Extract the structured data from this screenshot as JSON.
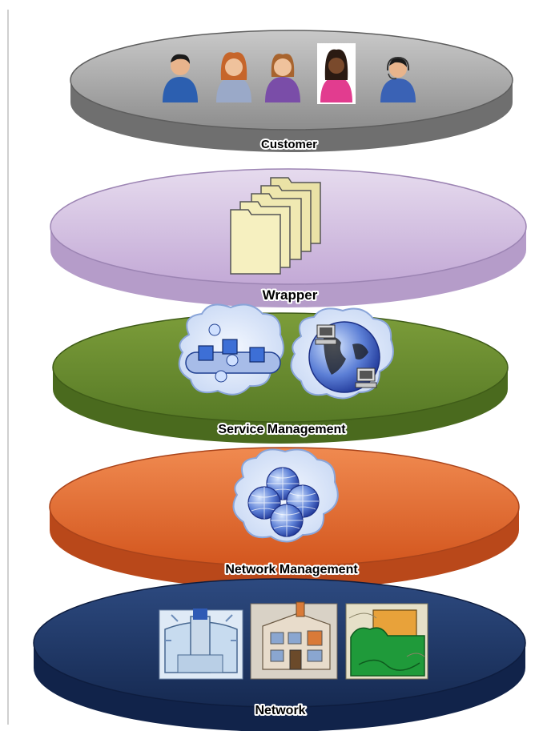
{
  "diagram": {
    "layers": [
      {
        "id": "customer",
        "label": "Customer",
        "color": "#8c8c8c",
        "icons": [
          "person-male-icon",
          "person-female-redhair-icon",
          "person-female-brownhair-icon",
          "person-female-dark-icon",
          "person-headset-agent-icon"
        ]
      },
      {
        "id": "wrapper",
        "label": "Wrapper",
        "color": "#c9b3d9",
        "icons": [
          "file-folders-icon"
        ]
      },
      {
        "id": "service-management",
        "label": "Service Management",
        "color": "#5f7f2c",
        "icons": [
          "service-bus-cloud-icon",
          "globe-computers-cloud-icon"
        ]
      },
      {
        "id": "network-management",
        "label": "Network Management",
        "color": "#d9622b",
        "icons": [
          "globes-cloud-icon"
        ]
      },
      {
        "id": "network",
        "label": "Network",
        "color": "#1f3566",
        "icons": [
          "data-center-icon",
          "building-icon",
          "network-map-icon"
        ]
      }
    ]
  }
}
